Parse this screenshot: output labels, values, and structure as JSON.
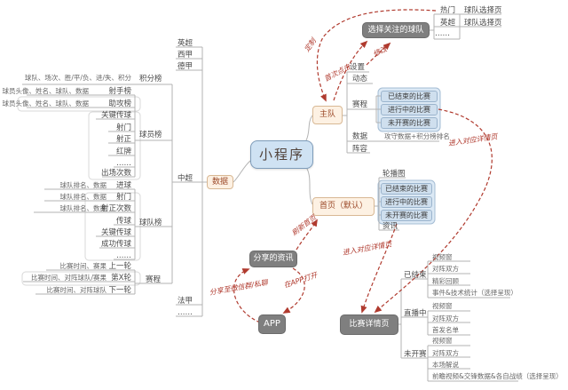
{
  "colors": {
    "accent_red": "#b03a2e",
    "root_fill": "#cfe2f3",
    "topic_fill": "#fdf1e3",
    "match_fill": "#cfdfee",
    "gray_node_fill": "#7f7f7f",
    "tree_line": "#b3b3b3"
  },
  "root": {
    "title": "小程序"
  },
  "data": {
    "label": "数据",
    "leagues": [
      "英超",
      "西甲",
      "德甲",
      "中超",
      "法甲",
      "……"
    ],
    "standings_label": "积分榜",
    "standings_detail": "球队、场次、胜/平/负、进/失、积分",
    "player_board": "球员榜",
    "player_detail": "球员头像、姓名、球队、数据",
    "player_items": [
      "射手榜",
      "助攻榜",
      "关键传球",
      "射门",
      "射正",
      "红牌",
      "……",
      "出场次数"
    ],
    "team_board": "球队榜",
    "team_detail": "球队排名、数据",
    "team_items": [
      "进球",
      "射门",
      "射正次数",
      "传球",
      "关键传球",
      "成功传球",
      "……"
    ],
    "schedule_label": "赛程",
    "schedule_items": [
      "上一轮",
      "第X轮",
      "下一轮"
    ],
    "schedule_details": [
      "比赛时间、赛果",
      "比赛时间、对阵球队/赛果",
      "比赛时间、对阵球队"
    ]
  },
  "home_team": {
    "label": "主队",
    "items": [
      "设置",
      "动态",
      "赛程",
      "数据",
      "阵容"
    ],
    "matches": [
      "已结束的比赛",
      "进行中的比赛",
      "未开赛的比赛"
    ],
    "data_detail": "攻守数据+积分榜排名"
  },
  "team_select": {
    "label": "选择关注的球队",
    "rows": [
      {
        "name": "热门",
        "page": "球队选择页"
      },
      {
        "name": "英超",
        "page": "球队选择页"
      },
      {
        "name": "……",
        "page": ""
      }
    ]
  },
  "homepage": {
    "label": "首页（默认）",
    "carousel": "轮播图",
    "matches": [
      "已结束的比赛",
      "进行中的比赛",
      "未开赛的比赛"
    ],
    "news": "资讯"
  },
  "share": {
    "label": "分享的资讯"
  },
  "app_node": {
    "label": "APP"
  },
  "detail_page": {
    "label": "比赛详情页",
    "groups": [
      {
        "name": "已结束",
        "items": [
          "视频窗",
          "对阵双方",
          "精彩回顾",
          "事件&技术统计（选择呈现）"
        ]
      },
      {
        "name": "直播中",
        "items": [
          "视频窗",
          "对阵双方",
          "首发名单"
        ]
      },
      {
        "name": "未开赛",
        "items": [
          "视频窗",
          "对阵双方",
          "本场解说",
          "前瞻视频&交锋数据&各自战绩（选择呈现）"
        ]
      }
    ]
  },
  "flows": {
    "customize": "定制",
    "first_click": "首次点击",
    "modify": "修改",
    "refresh_home": "刷新首页",
    "enter_detail_1": "进入对应详情页",
    "enter_detail_2": "进入对应详情页",
    "share_wechat": "分享至微信群/私聊",
    "open_in_app": "在APP打开"
  }
}
